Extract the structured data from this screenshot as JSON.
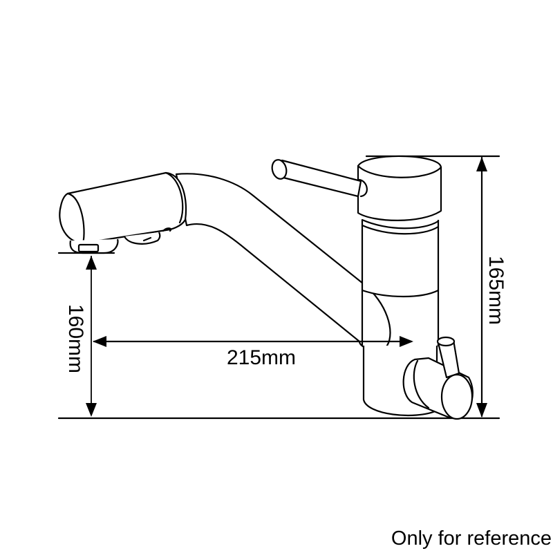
{
  "diagram": {
    "subject": "kitchen faucet dimension drawing",
    "dimensions": {
      "spout_height": "160mm",
      "reach": "215mm",
      "total_height": "165mm"
    },
    "note": "Only for reference",
    "colors": {
      "line": "#000000",
      "background": "#ffffff"
    }
  }
}
